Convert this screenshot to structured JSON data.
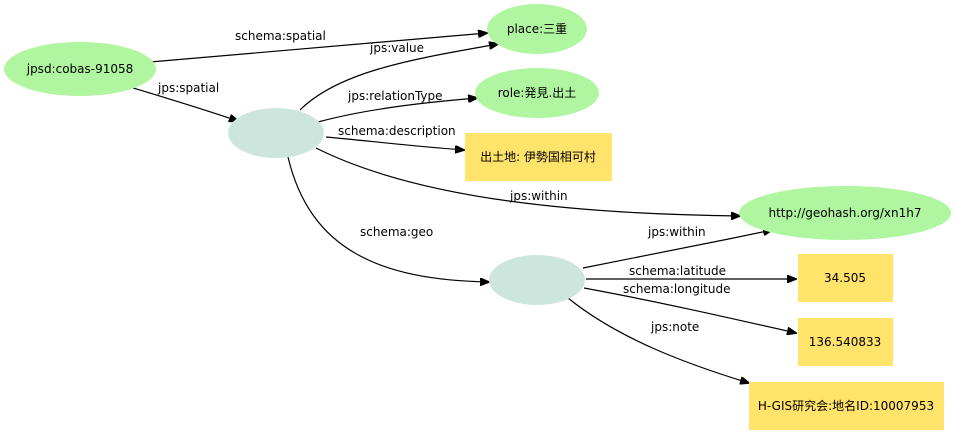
{
  "colors": {
    "uri_node": "#b0f5a0",
    "blank_node": "#cce6de",
    "literal_node": "#ffe36a",
    "edge": "#000000"
  },
  "nodes": {
    "cobas": {
      "label": "jpsd:cobas-91058",
      "kind": "uri"
    },
    "place": {
      "label": "place:三重",
      "kind": "uri"
    },
    "role": {
      "label": "role:発見.出土",
      "kind": "uri"
    },
    "desc": {
      "label": "出土地: 伊勢国相可村",
      "kind": "literal"
    },
    "geohash": {
      "label": "http://geohash.org/xn1h7",
      "kind": "uri"
    },
    "lat": {
      "label": "34.505",
      "kind": "literal"
    },
    "lon": {
      "label": "136.540833",
      "kind": "literal"
    },
    "hgis": {
      "label": "H-GIS研究会:地名ID:10007953",
      "kind": "literal"
    },
    "blank1": {
      "label": "",
      "kind": "blank"
    },
    "blank2": {
      "label": "",
      "kind": "blank"
    }
  },
  "edges": {
    "e1": {
      "label": "schema:spatial",
      "from": "cobas",
      "to": "place"
    },
    "e2": {
      "label": "jps:spatial",
      "from": "cobas",
      "to": "blank1"
    },
    "e3": {
      "label": "jps:value",
      "from": "blank1",
      "to": "place"
    },
    "e4": {
      "label": "jps:relationType",
      "from": "blank1",
      "to": "role"
    },
    "e5": {
      "label": "schema:description",
      "from": "blank1",
      "to": "desc"
    },
    "e6": {
      "label": "jps:within",
      "from": "blank1",
      "to": "geohash"
    },
    "e7": {
      "label": "schema:geo",
      "from": "blank1",
      "to": "blank2"
    },
    "e8": {
      "label": "jps:within",
      "from": "blank2",
      "to": "geohash"
    },
    "e9": {
      "label": "schema:latitude",
      "from": "blank2",
      "to": "lat"
    },
    "e10": {
      "label": "schema:longitude",
      "from": "blank2",
      "to": "lon"
    },
    "e11": {
      "label": "jps:note",
      "from": "blank2",
      "to": "hgis"
    }
  }
}
